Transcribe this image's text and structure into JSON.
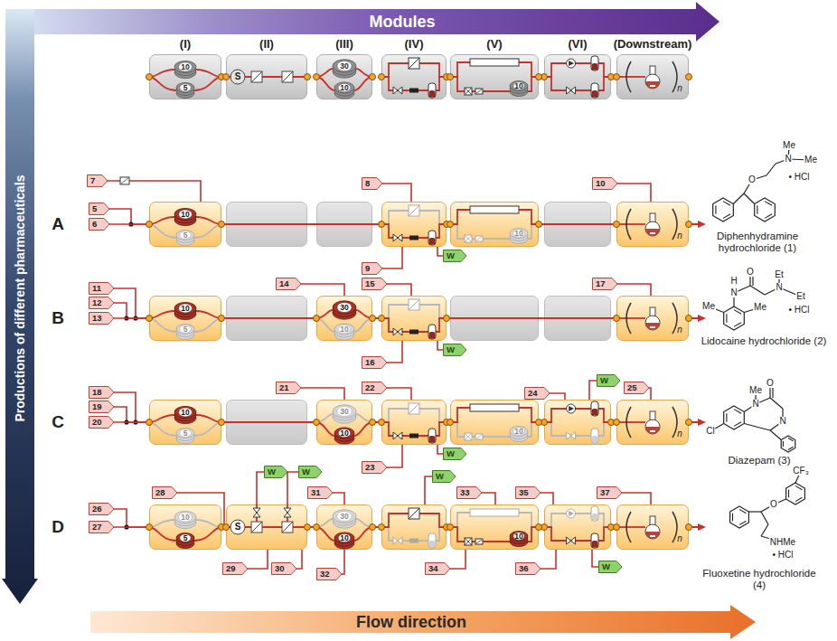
{
  "diagram": {
    "nodes": [
      {
        "text": [
          "10",
          "5"
        ]
      },
      {
        "text": [
          "S"
        ]
      },
      {
        "text": [
          "30",
          "10"
        ]
      },
      {
        "text": [
          "10"
        ]
      },
      {
        "text": [
          "5"
        ]
      },
      {
        "text": [
          "6"
        ]
      },
      {
        "text": [
          "7"
        ]
      },
      {
        "text": [
          "10",
          "5"
        ]
      },
      {
        "text": [
          "8"
        ]
      },
      {
        "text": [
          "9"
        ]
      },
      {
        "text": [
          "W"
        ]
      },
      {
        "text": [
          "10"
        ]
      },
      {
        "text": [
          "10"
        ]
      },
      {
        "text": [
          "11"
        ]
      },
      {
        "text": [
          "12"
        ]
      },
      {
        "text": [
          "13"
        ]
      },
      {
        "text": [
          "10",
          "5"
        ]
      },
      {
        "text": [
          "14"
        ]
      },
      {
        "text": [
          "30",
          "10"
        ]
      },
      {
        "text": [
          "15"
        ]
      },
      {
        "text": [
          "16"
        ]
      },
      {
        "text": [
          "W"
        ]
      },
      {
        "text": [
          "17"
        ]
      },
      {
        "text": [
          "18"
        ]
      },
      {
        "text": [
          "19"
        ]
      },
      {
        "text": [
          "20"
        ]
      },
      {
        "text": [
          "10",
          "5"
        ]
      },
      {
        "text": [
          "21"
        ]
      },
      {
        "text": [
          "30",
          "10"
        ]
      },
      {
        "text": [
          "22"
        ]
      },
      {
        "text": [
          "23"
        ]
      },
      {
        "text": [
          "W"
        ]
      },
      {
        "text": [
          "10"
        ]
      },
      {
        "text": [
          "24"
        ]
      },
      {
        "text": [
          "W"
        ]
      },
      {
        "text": [
          "25"
        ]
      },
      {
        "text": [
          "26"
        ]
      },
      {
        "text": [
          "27"
        ]
      },
      {
        "text": [
          "10",
          "5"
        ]
      },
      {
        "text": [
          "28"
        ]
      },
      {
        "text": [
          "S"
        ]
      },
      {
        "text": [
          "W"
        ]
      },
      {
        "text": [
          "W"
        ]
      },
      {
        "text": [
          "29"
        ]
      },
      {
        "text": [
          "30"
        ]
      },
      {
        "text": [
          "31"
        ]
      },
      {
        "text": [
          "30",
          "10"
        ]
      },
      {
        "text": [
          "32"
        ]
      },
      {
        "text": [
          "W"
        ]
      },
      {
        "text": [
          "33"
        ]
      },
      {
        "text": [
          "10"
        ]
      },
      {
        "text": [
          "34"
        ]
      },
      {
        "text": [
          "35"
        ]
      },
      {
        "text": [
          "36"
        ]
      },
      {
        "text": [
          "W"
        ]
      },
      {
        "text": [
          "37"
        ]
      }
    ],
    "edges": [
      {
        "from": 4,
        "to": 7,
        "arrow": "none"
      },
      {
        "from": 5,
        "to": 7,
        "arrow": "none"
      },
      {
        "from": 6,
        "to": 7,
        "arrow": "none"
      },
      {
        "from": 13,
        "to": 16,
        "arrow": "none"
      },
      {
        "from": 14,
        "to": 16,
        "arrow": "none"
      },
      {
        "from": 15,
        "to": 16,
        "arrow": "none"
      },
      {
        "from": 17,
        "to": 18,
        "arrow": "none"
      },
      {
        "from": 23,
        "to": 26,
        "arrow": "none"
      },
      {
        "from": 24,
        "to": 26,
        "arrow": "none"
      },
      {
        "from": 25,
        "to": 26,
        "arrow": "none"
      },
      {
        "from": 27,
        "to": 28,
        "arrow": "none"
      },
      {
        "from": 36,
        "to": 38,
        "arrow": "none"
      },
      {
        "from": 37,
        "to": 38,
        "arrow": "none"
      },
      {
        "from": 39,
        "to": 40,
        "arrow": "none"
      },
      {
        "from": 40,
        "to": 41,
        "arrow": "none"
      },
      {
        "from": 40,
        "to": 42,
        "arrow": "none"
      },
      {
        "from": 43,
        "to": 40,
        "arrow": "none"
      },
      {
        "from": 44,
        "to": 40,
        "arrow": "none"
      },
      {
        "from": 45,
        "to": 46,
        "arrow": "none"
      },
      {
        "from": 47,
        "to": 46,
        "arrow": "none"
      },
      {
        "from": 49,
        "to": 50,
        "arrow": "none"
      },
      {
        "from": 51,
        "to": 50,
        "arrow": "none"
      }
    ],
    "labels": [
      "Modules",
      "Productions of different pharmaceuticals",
      "Flow direction",
      "(I)",
      "(II)",
      "(III)",
      "(IV)",
      "(V)",
      "(VI)",
      "(Downstream)",
      "A",
      "B",
      "C",
      "D",
      "n",
      "n",
      "n",
      "n",
      "n",
      "O",
      "N",
      "Me",
      "Me",
      "• HCl",
      "Diphenhydramine hydrochloride (1)",
      "H",
      "N",
      "O",
      "N",
      "Et",
      "Et",
      "Me",
      "Me",
      "• HCl",
      "Lidocaine hydrochloride (2)",
      "O",
      "Me",
      "N",
      "N",
      "Cl",
      "Diazepam (3)",
      "CF₃",
      "O",
      "NHMe",
      "• HCl",
      "Fluoxetine hydrochloride (4)"
    ]
  }
}
